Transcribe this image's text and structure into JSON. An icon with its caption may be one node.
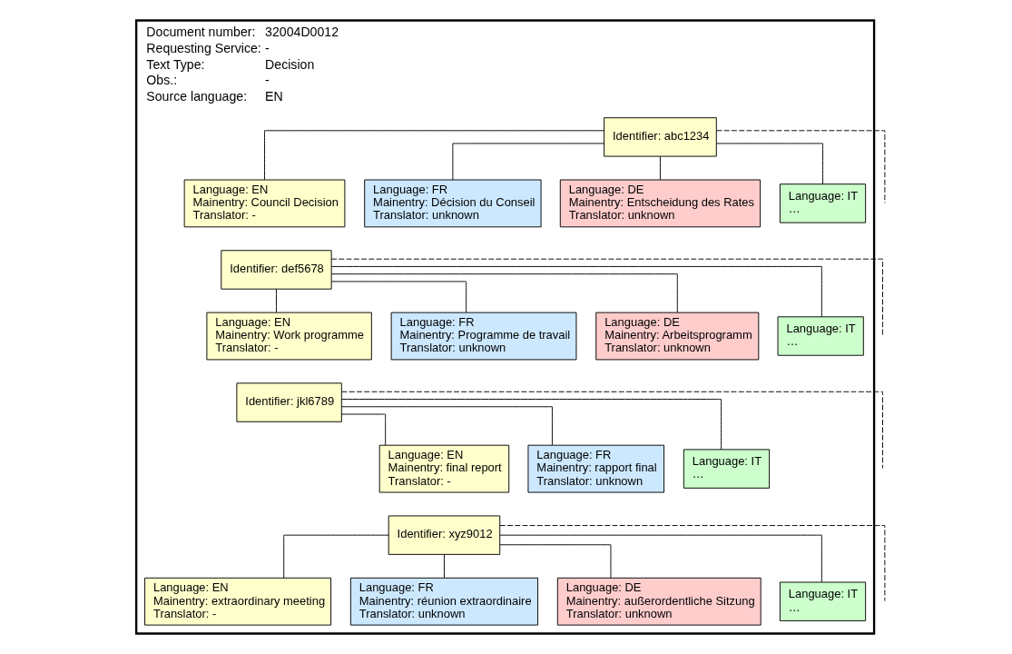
{
  "diagram": {
    "nodes": [
      {
        "text": [
          "Document number:",
          "32004D0012",
          "Requesting Service:",
          "-",
          "Text Type:",
          "Decision",
          "Obs.:",
          "-",
          "Source language:",
          "EN"
        ]
      },
      {
        "text": [
          "Identifier: abc1234"
        ],
        "in": 0
      },
      {
        "text": [
          "Language: EN",
          "Mainentry: Council Decision",
          "Translator: -"
        ],
        "in": 0
      },
      {
        "text": [
          "Language: FR",
          "Mainentry: Décision du Conseil",
          "Translator: unknown"
        ],
        "in": 0
      },
      {
        "text": [
          "Language: DE",
          "Mainentry: Entscheidung des Rates",
          "Translator: unknown"
        ],
        "in": 0
      },
      {
        "text": [
          "Language: IT",
          "…"
        ],
        "in": 0
      },
      {
        "text": [
          "Identifier: def5678"
        ],
        "in": 0
      },
      {
        "text": [
          "Language: EN",
          "Mainentry: Work programme",
          "Translator: -"
        ],
        "in": 0
      },
      {
        "text": [
          "Language: FR",
          "Mainentry: Programme de travail",
          "Translator: unknown"
        ],
        "in": 0
      },
      {
        "text": [
          "Language: DE",
          "Mainentry: Arbeitsprogramm",
          "Translator: unknown"
        ],
        "in": 0
      },
      {
        "text": [
          "Language: IT",
          "…"
        ],
        "in": 0
      },
      {
        "text": [
          "Identifier: jkl6789"
        ],
        "in": 0
      },
      {
        "text": [
          "Language: EN",
          "Mainentry: final report",
          "Translator: -"
        ],
        "in": 0
      },
      {
        "text": [
          "Language: FR",
          "Mainentry: rapport final",
          "Translator: unknown"
        ],
        "in": 0
      },
      {
        "text": [
          "Language: IT",
          "…"
        ],
        "in": 0
      },
      {
        "text": [
          "Identifier: xyz9012"
        ],
        "in": 0
      },
      {
        "text": [
          "Language: EN",
          "Mainentry: extraordinary meeting",
          "Translator: -"
        ],
        "in": 0
      },
      {
        "text": [
          "Language: FR",
          "Mainentry: réunion extraordinaire",
          "Translator: unknown"
        ],
        "in": 0
      },
      {
        "text": [
          "Language: DE",
          "Mainentry: außerordentliche Sitzung",
          "Translator: unknown"
        ],
        "in": 0
      },
      {
        "text": [
          "Language: IT",
          "…"
        ],
        "in": 0
      }
    ],
    "edges": [
      {
        "from": 1,
        "to": 2,
        "arrow": "none"
      },
      {
        "from": 1,
        "to": 3,
        "arrow": "none"
      },
      {
        "from": 1,
        "to": 4,
        "arrow": "none"
      },
      {
        "from": 1,
        "to": 5,
        "arrow": "none"
      },
      {
        "from": 1,
        "to": null,
        "arrow": "none",
        "style": "dashed"
      },
      {
        "from": 6,
        "to": 7,
        "arrow": "none"
      },
      {
        "from": 6,
        "to": 8,
        "arrow": "none"
      },
      {
        "from": 6,
        "to": 9,
        "arrow": "none"
      },
      {
        "from": 6,
        "to": 10,
        "arrow": "none"
      },
      {
        "from": 6,
        "to": null,
        "arrow": "none",
        "style": "dashed"
      },
      {
        "from": 11,
        "to": 12,
        "arrow": "none"
      },
      {
        "from": 11,
        "to": 13,
        "arrow": "none"
      },
      {
        "from": 11,
        "to": 14,
        "arrow": "none"
      },
      {
        "from": 11,
        "to": null,
        "arrow": "none",
        "style": "dashed"
      },
      {
        "from": 15,
        "to": 16,
        "arrow": "none"
      },
      {
        "from": 15,
        "to": 17,
        "arrow": "none"
      },
      {
        "from": 15,
        "to": 18,
        "arrow": "none"
      },
      {
        "from": 15,
        "to": 19,
        "arrow": "none"
      },
      {
        "from": 15,
        "to": null,
        "arrow": "none",
        "style": "dashed"
      }
    ]
  }
}
